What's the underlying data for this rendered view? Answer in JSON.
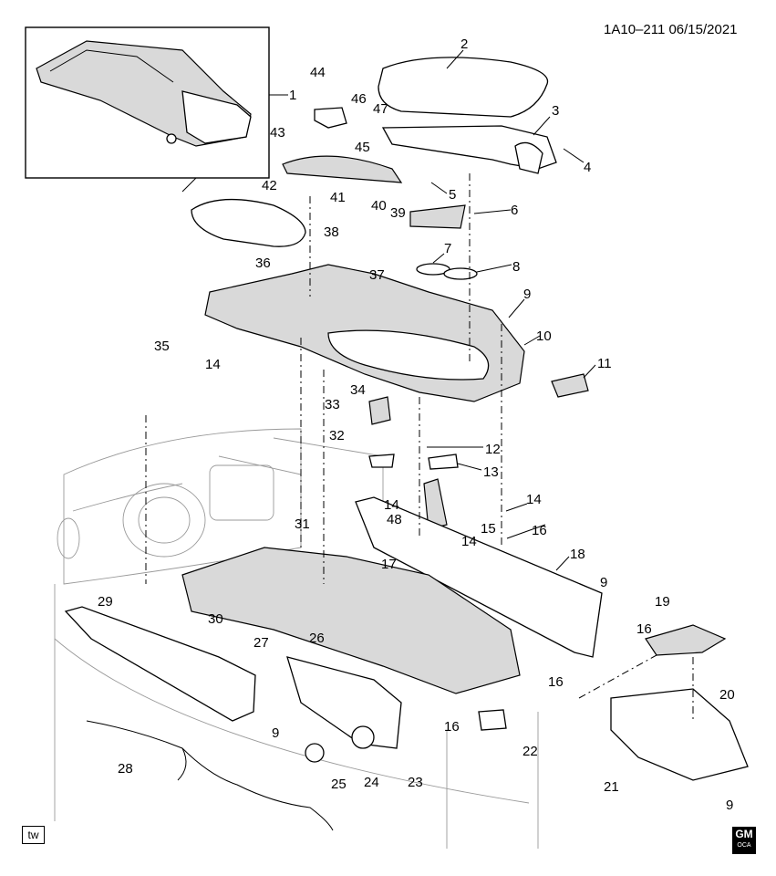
{
  "header": {
    "ref": "1A10–211  06/15/2021"
  },
  "badge_tw": "tw",
  "logo": {
    "line1": "GM",
    "line2": "OCA"
  },
  "callouts": [
    "1",
    "2",
    "3",
    "4",
    "5",
    "6",
    "7",
    "8",
    "9",
    "10",
    "11",
    "12",
    "13",
    "14",
    "15",
    "16",
    "17",
    "18",
    "19",
    "20",
    "21",
    "22",
    "23",
    "24",
    "25",
    "26",
    "27",
    "28",
    "29",
    "30",
    "31",
    "32",
    "33",
    "34",
    "35",
    "36",
    "37",
    "38",
    "39",
    "40",
    "41",
    "42",
    "43",
    "44",
    "45",
    "46",
    "47",
    "48",
    "14",
    "14",
    "14",
    "16",
    "16",
    "16",
    "9",
    "9",
    "9"
  ],
  "icons": [
    "gm-logo-icon"
  ]
}
